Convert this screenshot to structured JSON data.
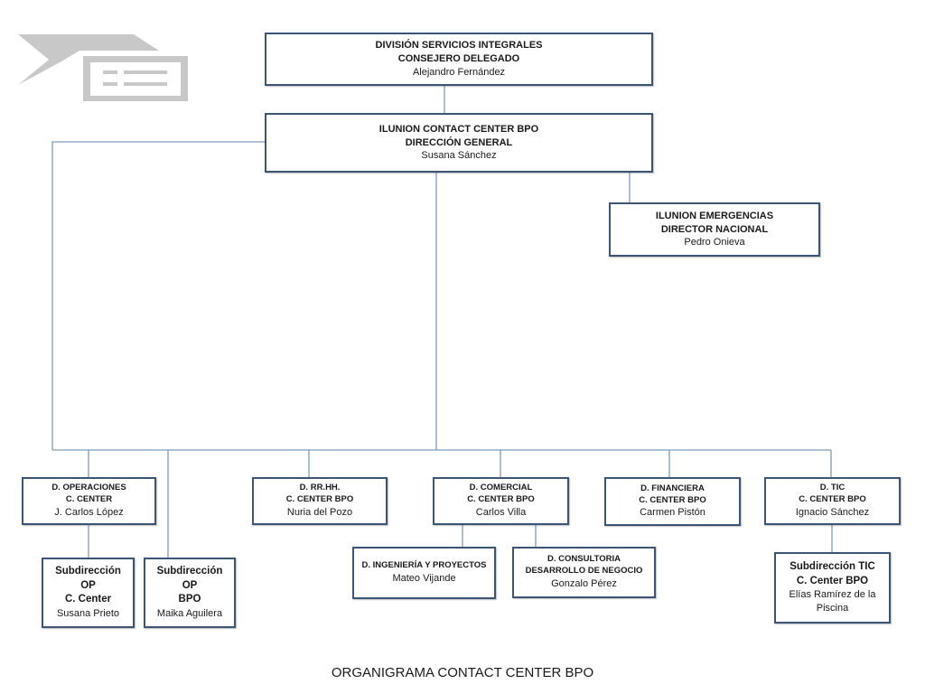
{
  "org": {
    "division": {
      "line1": "DIVISIÓN SERVICIOS INTEGRALES",
      "line2": "CONSEJERO DELEGADO",
      "name": "Alejandro Fernández"
    },
    "ilunion_cc": {
      "line1": "ILUNION CONTACT CENTER BPO",
      "line2": "DIRECCIÓN GENERAL",
      "name": "Susana Sánchez"
    },
    "emergencias": {
      "line1": "ILUNION EMERGENCIAS",
      "line2": "DIRECTOR NACIONAL",
      "name": "Pedro Onieva"
    },
    "operaciones": {
      "line1": "D. OPERACIONES",
      "line2": "C. CENTER",
      "name": "J. Carlos López"
    },
    "rrhh": {
      "line1": "D. RR.HH.",
      "line2": "C. CENTER BPO",
      "name": "Nuria del Pozo"
    },
    "comercial": {
      "line1": "D. COMERCIAL",
      "line2": "C. CENTER BPO",
      "name": "Carlos Villa"
    },
    "financiera": {
      "line1": "D. FINANCIERA",
      "line2": "C. CENTER BPO",
      "name": "Carmen Pistón"
    },
    "tic": {
      "line1": "D. TIC",
      "line2": "C. CENTER BPO",
      "name": "Ignacio Sánchez"
    },
    "sub_op_cc": {
      "line1": "Subdirección OP",
      "line2": "C. Center",
      "name": "Susana Prieto"
    },
    "sub_op_bpo": {
      "line1": "Subdirección OP",
      "line2": "BPO",
      "name": "Maika Aguilera"
    },
    "ingenieria": {
      "line1": "D. INGENIERÍA Y PROYECTOS",
      "name": "Mateo Vijande"
    },
    "consultoria": {
      "line1": "D. CONSULTORIA",
      "line2": "DESARROLLO DE NEGOCIO",
      "name": "Gonzalo Pérez"
    },
    "sub_tic": {
      "line1": "Subdirección TIC",
      "line2": "C. Center BPO",
      "name": "Elías Ramírez de la Piscina"
    }
  },
  "caption": "ORGANIGRAMA CONTACT CENTER BPO",
  "colors": {
    "box_border": "#3b5579",
    "connector": "#7f9cc0",
    "logo": "#c8c8c8"
  },
  "icons": {
    "logo": "ilunion-logo-icon"
  }
}
